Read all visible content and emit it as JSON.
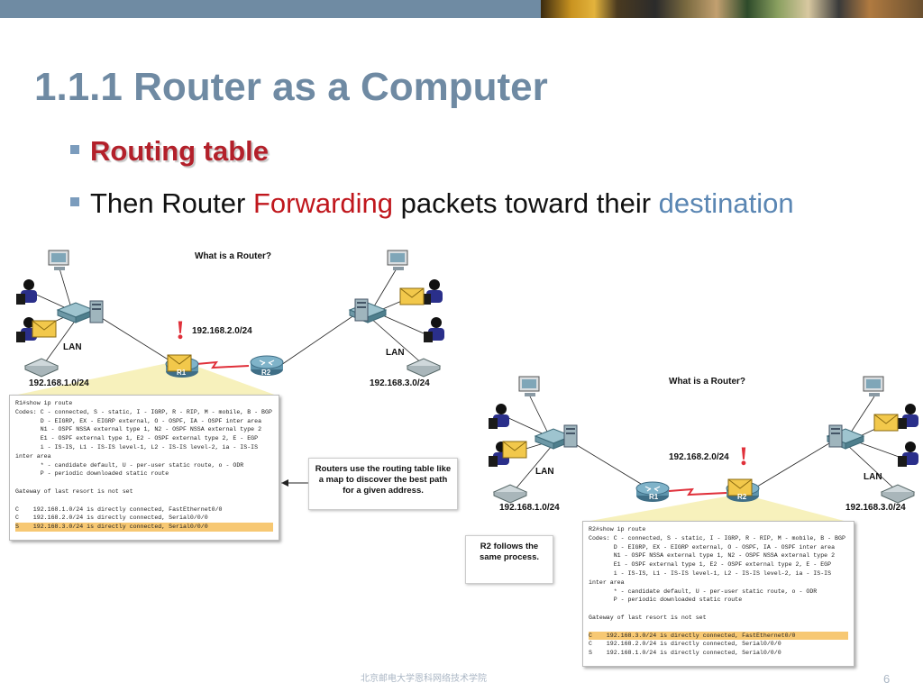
{
  "slide": {
    "title": "1.1.1 Router as a Computer",
    "bullets": [
      {
        "text": "Routing table"
      },
      {
        "parts": [
          "Then Router ",
          "Forwarding",
          " packets toward their ",
          "destination"
        ]
      }
    ],
    "footer": "北京邮电大学恩科网络技术学院",
    "page_number": "6"
  },
  "diagram_left": {
    "title": "What is a Router?",
    "network_r1_r2": "192.168.2.0/24",
    "lan_left_label": "LAN",
    "lan_left_net": "192.168.1.0/24",
    "lan_right_label": "LAN",
    "lan_right_net": "192.168.3.0/24",
    "router1": "R1",
    "router2": "R2",
    "alert": "!",
    "callout": "Routers use the routing table like a map to discover the best path for a given address.",
    "table": [
      "R1#show ip route",
      "Codes: C - connected, S - static, I - IGRP, R - RIP, M - mobile, B - BGP",
      "       D - EIGRP, EX - EIGRP external, O - OSPF, IA - OSPF inter area",
      "       N1 - OSPF NSSA external type 1, N2 - OSPF NSSA external type 2",
      "       E1 - OSPF external type 1, E2 - OSPF external type 2, E - EGP",
      "       i - IS-IS, L1 - IS-IS level-1, L2 - IS-IS level-2, ia - IS-IS",
      "inter area",
      "       * - candidate default, U - per-user static route, o - ODR",
      "       P - periodic downloaded static route",
      "",
      "Gateway of last resort is not set",
      "",
      "C    192.168.1.0/24 is directly connected, FastEthernet0/0",
      "C    192.168.2.0/24 is directly connected, Serial0/0/0",
      "S    192.168.3.0/24 is directly connected, Serial0/0/0"
    ],
    "highlight_row": 14
  },
  "diagram_right": {
    "title": "What is a Router?",
    "network_r1_r2": "192.168.2.0/24",
    "lan_left_label": "LAN",
    "lan_left_net": "192.168.1.0/24",
    "lan_right_label": "LAN",
    "lan_right_net": "192.168.3.0/24",
    "router1": "R1",
    "router2": "R2",
    "alert": "!",
    "callout": "R2 follows the same process.",
    "table": [
      "R2#show ip route",
      "Codes: C - connected, S - static, I - IGRP, R - RIP, M - mobile, B - BGP",
      "       D - EIGRP, EX - EIGRP external, O - OSPF, IA - OSPF inter area",
      "       N1 - OSPF NSSA external type 1, N2 - OSPF NSSA external type 2",
      "       E1 - OSPF external type 1, E2 - OSPF external type 2, E - EGP",
      "       i - IS-IS, L1 - IS-IS level-1, L2 - IS-IS level-2, ia - IS-IS",
      "inter area",
      "       * - candidate default, U - per-user static route, o - ODR",
      "       P - periodic downloaded static route",
      "",
      "Gateway of last resort is not set",
      "",
      "C    192.168.3.0/24 is directly connected, FastEthernet0/0",
      "C    192.168.2.0/24 is directly connected, Serial0/0/0",
      "S    192.168.1.0/24 is directly connected, Serial0/0/0"
    ],
    "highlight_row": 12
  },
  "colors": {
    "title": "#6f8aa3",
    "bullet_highlight": "#b3202a",
    "forwarding": "#c0171d",
    "destination": "#5a86b3",
    "serial_link": "#e0303a",
    "router": "#4f7f97",
    "highlight_row": "#f7c873"
  },
  "icons": [
    "pc-icon",
    "user-icon",
    "email-envelope-icon",
    "switch-icon",
    "server-icon",
    "router-icon",
    "printer-icon"
  ]
}
